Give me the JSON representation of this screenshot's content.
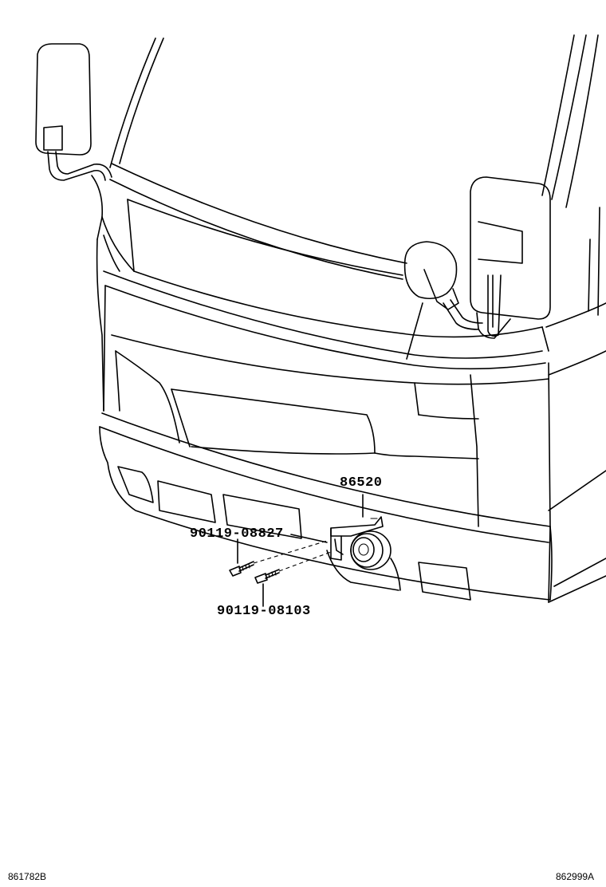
{
  "callouts": {
    "horn": "86520",
    "bolt_upper": "90119-08827",
    "bolt_lower": "90119-08103"
  },
  "footer": {
    "left_code": "861782B",
    "right_code": "862999A"
  }
}
